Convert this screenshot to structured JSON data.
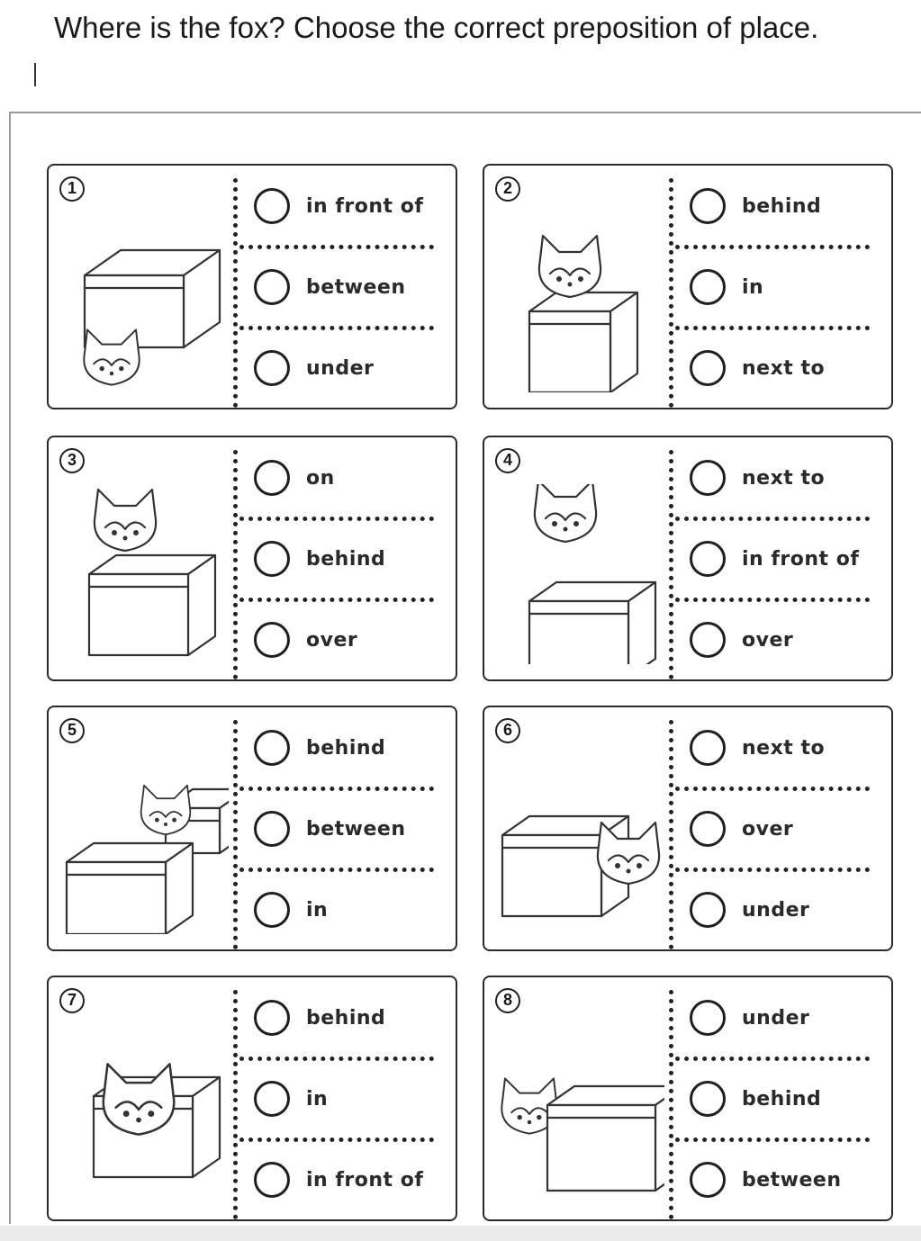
{
  "title": "Where is the fox? Choose the correct preposition of place.",
  "cards": [
    {
      "number": "1",
      "options": [
        "in front of",
        "between",
        "under"
      ]
    },
    {
      "number": "2",
      "options": [
        "behind",
        "in",
        "next to"
      ]
    },
    {
      "number": "3",
      "options": [
        "on",
        "behind",
        "over"
      ]
    },
    {
      "number": "4",
      "options": [
        "next to",
        "in front of",
        "over"
      ]
    },
    {
      "number": "5",
      "options": [
        "behind",
        "between",
        "in"
      ]
    },
    {
      "number": "6",
      "options": [
        "next to",
        "over",
        "under"
      ]
    },
    {
      "number": "7",
      "options": [
        "behind",
        "in",
        "in front of"
      ]
    },
    {
      "number": "8",
      "options": [
        "under",
        "behind",
        "between"
      ]
    }
  ]
}
